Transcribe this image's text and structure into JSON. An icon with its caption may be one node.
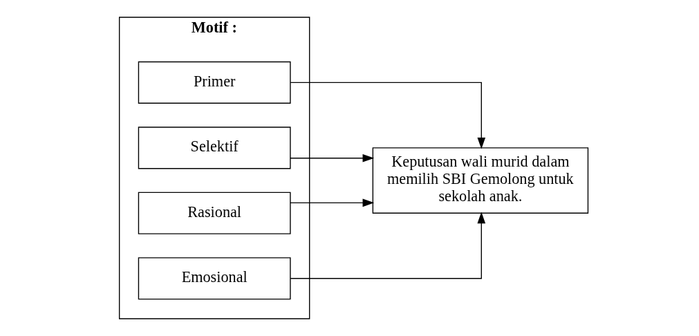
{
  "diagram": {
    "nodes": [
      {
        "text": [
          "Motif :"
        ]
      },
      {
        "text": [
          "Primer"
        ],
        "in": 0
      },
      {
        "text": [
          "Selektif"
        ],
        "in": 0
      },
      {
        "text": [
          "Rasional"
        ],
        "in": 0
      },
      {
        "text": [
          "Emosional"
        ],
        "in": 0
      },
      {
        "text": [
          "Keputusan wali murid dalam memilih SBI Gemolong untuk sekolah anak."
        ]
      }
    ],
    "edges": [
      {
        "from": 1,
        "to": 5,
        "arrow": "to"
      },
      {
        "from": 2,
        "to": 5,
        "arrow": "to"
      },
      {
        "from": 3,
        "to": 5,
        "arrow": "to"
      },
      {
        "from": 4,
        "to": 5,
        "arrow": "to"
      }
    ]
  }
}
